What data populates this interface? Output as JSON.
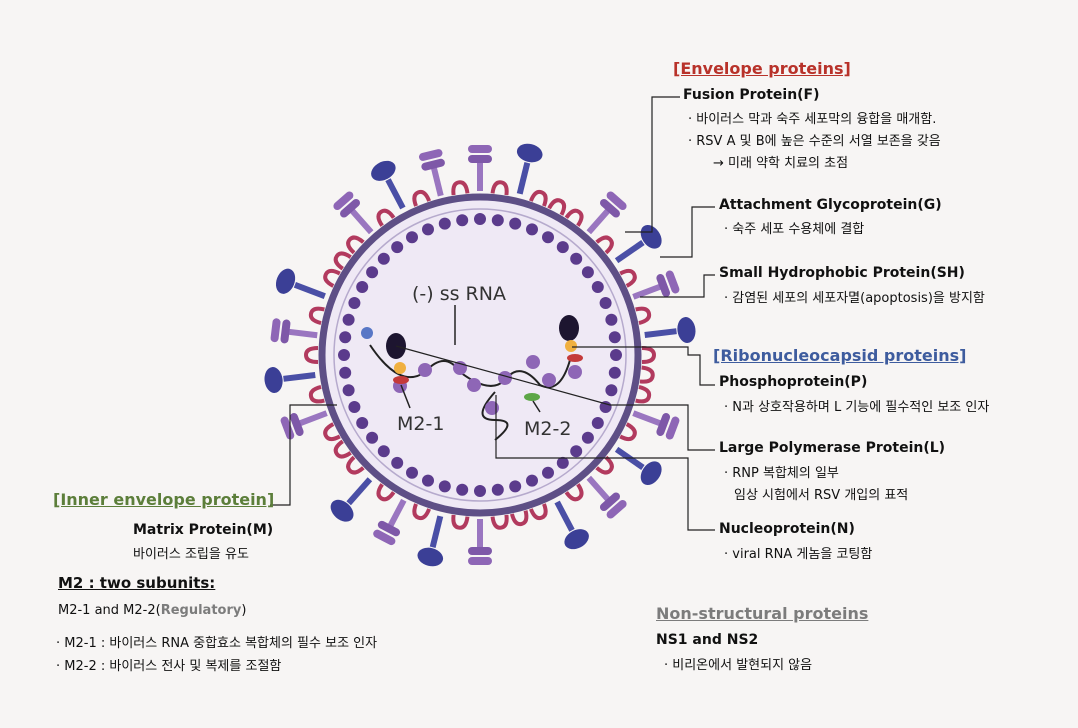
{
  "envelope": {
    "header": "[Envelope proteins]",
    "fusion": {
      "name": "Fusion Protein(F)",
      "lines": [
        "· 바이러스 막과 숙주 세포막의 융합을 매개함.",
        "· RSV A 및 B에 높은 수준의 서열 보존을 갖음",
        "→ 미래 약학 치료의 초점"
      ]
    },
    "attachment": {
      "name": "Attachment Glycoprotein(G)",
      "lines": [
        "· 숙주 세포 수용체에 결합"
      ]
    },
    "sh": {
      "name": "Small Hydrophobic Protein(SH)",
      "lines": [
        "· 감염된 세포의 세포자멸(apoptosis)을 방지함"
      ]
    }
  },
  "rnp": {
    "header": "[Ribonucleocapsid proteins]",
    "p": {
      "name": "Phosphoprotein(P)",
      "lines": [
        "· N과 상호작용하며 L 기능에 필수적인 보조 인자"
      ]
    },
    "l": {
      "name": "Large Polymerase Protein(L)",
      "lines": [
        "· RNP 복합체의 일부",
        "임상 시험에서 RSV 개입의 표적"
      ]
    },
    "n": {
      "name": "Nucleoprotein(N)",
      "lines": [
        "· viral RNA 게놈을 코팅함"
      ]
    }
  },
  "inner": {
    "header": "[Inner envelope protein]",
    "m": {
      "name": "Matrix Protein(M)",
      "lines": [
        "바이러스 조립을 유도"
      ]
    }
  },
  "m2": {
    "header": "M2 : two subunits:",
    "sub_prefix": "M2-1 and M2-2(",
    "sub_reg": "Regulatory",
    "sub_suffix": ")",
    "lines": [
      "· M2-1 : 바이러스 RNA 중합효소 복합체의 필수 보조 인자",
      "· M2-2 : 바이러스 전사 및 복제를 조절함"
    ]
  },
  "nonstructural": {
    "header": "Non-structural proteins",
    "name": "NS1 and NS2",
    "lines": [
      "· 비리온에서 발현되지 않음"
    ]
  },
  "diagram_labels": {
    "ssrna": "(-) ss RNA",
    "m21": "M2-1",
    "m22": "M2-2"
  },
  "colors": {
    "envelope_header": "#b8322a",
    "rnp_header": "#3e5c9e",
    "inner_header": "#5c7e3a",
    "nonstructural_header": "#7c7c7c",
    "membrane": "#5e4f86",
    "interior": "#efe9f5",
    "matrix_dot": "#5b3b8c",
    "f_protein": "#8e66b6",
    "g_protein": "#3b3f96",
    "sh_protein": "#b23a5e"
  }
}
